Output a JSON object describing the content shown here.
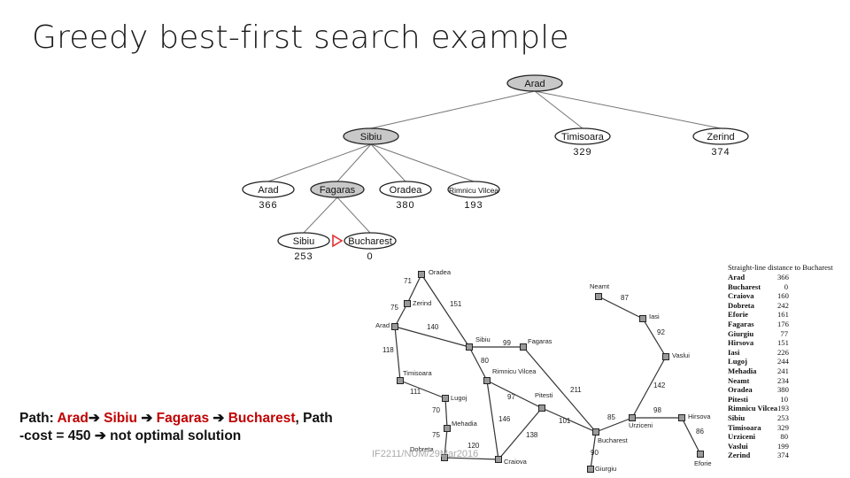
{
  "slide": {
    "title": "Greedy best-first search example",
    "footer": "IF2211/NUM/29Mar2016"
  },
  "tree": {
    "nodes": [
      {
        "id": "arad-root",
        "label": "Arad",
        "value": "",
        "expanded": true
      },
      {
        "id": "sibiu",
        "label": "Sibiu",
        "value": "",
        "expanded": true
      },
      {
        "id": "timisoara",
        "label": "Timisoara",
        "value": "329",
        "expanded": false
      },
      {
        "id": "zerind",
        "label": "Zerind",
        "value": "374",
        "expanded": false
      },
      {
        "id": "arad-2",
        "label": "Arad",
        "value": "366",
        "expanded": false
      },
      {
        "id": "fagaras",
        "label": "Fagaras",
        "value": "",
        "expanded": true
      },
      {
        "id": "oradea",
        "label": "Oradea",
        "value": "380",
        "expanded": false
      },
      {
        "id": "rimnicu",
        "label": "Rimnicu Vilcea",
        "value": "193",
        "expanded": false
      },
      {
        "id": "sibiu-2",
        "label": "Sibiu",
        "value": "253",
        "expanded": false
      },
      {
        "id": "bucharest",
        "label": "Bucharest",
        "value": "0",
        "expanded": false
      }
    ],
    "edges": [
      [
        "arad-root",
        "sibiu"
      ],
      [
        "arad-root",
        "timisoara"
      ],
      [
        "arad-root",
        "zerind"
      ],
      [
        "sibiu",
        "arad-2"
      ],
      [
        "sibiu",
        "fagaras"
      ],
      [
        "sibiu",
        "oradea"
      ],
      [
        "sibiu",
        "rimnicu"
      ],
      [
        "fagaras",
        "sibiu-2"
      ],
      [
        "fagaras",
        "bucharest"
      ]
    ]
  },
  "map": {
    "cities": [
      {
        "id": "oradea",
        "label": "Oradea"
      },
      {
        "id": "zerind",
        "label": "Zerind"
      },
      {
        "id": "arad",
        "label": "Arad"
      },
      {
        "id": "sibiu",
        "label": "Sibiu"
      },
      {
        "id": "fagaras",
        "label": "Fagaras"
      },
      {
        "id": "timisoara",
        "label": "Timisoara"
      },
      {
        "id": "rimnicu",
        "label": "Rimnicu Vilcea"
      },
      {
        "id": "lugoj",
        "label": "Lugoj"
      },
      {
        "id": "mehadia",
        "label": "Mehadia"
      },
      {
        "id": "dobreta",
        "label": "Dobreta"
      },
      {
        "id": "craiova",
        "label": "Craiova"
      },
      {
        "id": "pitesti",
        "label": "Pitesti"
      },
      {
        "id": "bucharest",
        "label": "Bucharest"
      },
      {
        "id": "giurgiu",
        "label": "Giurgiu"
      },
      {
        "id": "urziceni",
        "label": "Urziceni"
      },
      {
        "id": "hirsova",
        "label": "Hirsova"
      },
      {
        "id": "eforie",
        "label": "Eforie"
      },
      {
        "id": "vaslui",
        "label": "Vaslui"
      },
      {
        "id": "iasi",
        "label": "Iasi"
      },
      {
        "id": "neamt",
        "label": "Neamt"
      }
    ],
    "roads": [
      {
        "a": "oradea",
        "b": "zerind",
        "d": "71"
      },
      {
        "a": "zerind",
        "b": "arad",
        "d": "75"
      },
      {
        "a": "oradea",
        "b": "sibiu",
        "d": "151"
      },
      {
        "a": "arad",
        "b": "sibiu",
        "d": "140"
      },
      {
        "a": "arad",
        "b": "timisoara",
        "d": "118"
      },
      {
        "a": "sibiu",
        "b": "fagaras",
        "d": "99"
      },
      {
        "a": "sibiu",
        "b": "rimnicu",
        "d": "80"
      },
      {
        "a": "timisoara",
        "b": "lugoj",
        "d": "111"
      },
      {
        "a": "lugoj",
        "b": "mehadia",
        "d": "70"
      },
      {
        "a": "mehadia",
        "b": "dobreta",
        "d": "75"
      },
      {
        "a": "dobreta",
        "b": "craiova",
        "d": "120"
      },
      {
        "a": "rimnicu",
        "b": "craiova",
        "d": "146"
      },
      {
        "a": "rimnicu",
        "b": "pitesti",
        "d": "97"
      },
      {
        "a": "craiova",
        "b": "pitesti",
        "d": "138"
      },
      {
        "a": "fagaras",
        "b": "bucharest",
        "d": "211"
      },
      {
        "a": "pitesti",
        "b": "bucharest",
        "d": "101"
      },
      {
        "a": "bucharest",
        "b": "giurgiu",
        "d": "90"
      },
      {
        "a": "bucharest",
        "b": "urziceni",
        "d": "85"
      },
      {
        "a": "urziceni",
        "b": "hirsova",
        "d": "98"
      },
      {
        "a": "hirsova",
        "b": "eforie",
        "d": "86"
      },
      {
        "a": "urziceni",
        "b": "vaslui",
        "d": "142"
      },
      {
        "a": "vaslui",
        "b": "iasi",
        "d": "92"
      },
      {
        "a": "iasi",
        "b": "neamt",
        "d": "87"
      }
    ]
  },
  "straight_line_table": {
    "heading": "Straight-line distance to Bucharest",
    "rows": [
      {
        "city": "Arad",
        "value": "366"
      },
      {
        "city": "Bucharest",
        "value": "0"
      },
      {
        "city": "Craiova",
        "value": "160"
      },
      {
        "city": "Dobreta",
        "value": "242"
      },
      {
        "city": "Eforie",
        "value": "161"
      },
      {
        "city": "Fagaras",
        "value": "176"
      },
      {
        "city": "Giurgiu",
        "value": "77"
      },
      {
        "city": "Hirsova",
        "value": "151"
      },
      {
        "city": "Iasi",
        "value": "226"
      },
      {
        "city": "Lugoj",
        "value": "244"
      },
      {
        "city": "Mehadia",
        "value": "241"
      },
      {
        "city": "Neamt",
        "value": "234"
      },
      {
        "city": "Oradea",
        "value": "380"
      },
      {
        "city": "Pitesti",
        "value": "10"
      },
      {
        "city": "Rimnicu Vilcea",
        "value": "193"
      },
      {
        "city": "Sibiu",
        "value": "253"
      },
      {
        "city": "Timisoara",
        "value": "329"
      },
      {
        "city": "Urziceni",
        "value": "80"
      },
      {
        "city": "Vaslui",
        "value": "199"
      },
      {
        "city": "Zerind",
        "value": "374"
      }
    ]
  },
  "path_note": {
    "prefix": "Path: ",
    "steps": [
      "Arad",
      "Sibiu",
      "Fagaras",
      "Bucharest"
    ],
    "arrow": "➔",
    "tail1": ", Path",
    "tail2": "-cost = 450 ",
    "tail3": " not optimal solution"
  },
  "colors": {
    "expanded_fill": "#c8c8c8",
    "highlight_red": "#c00000",
    "arrow_red": "#e03030"
  }
}
